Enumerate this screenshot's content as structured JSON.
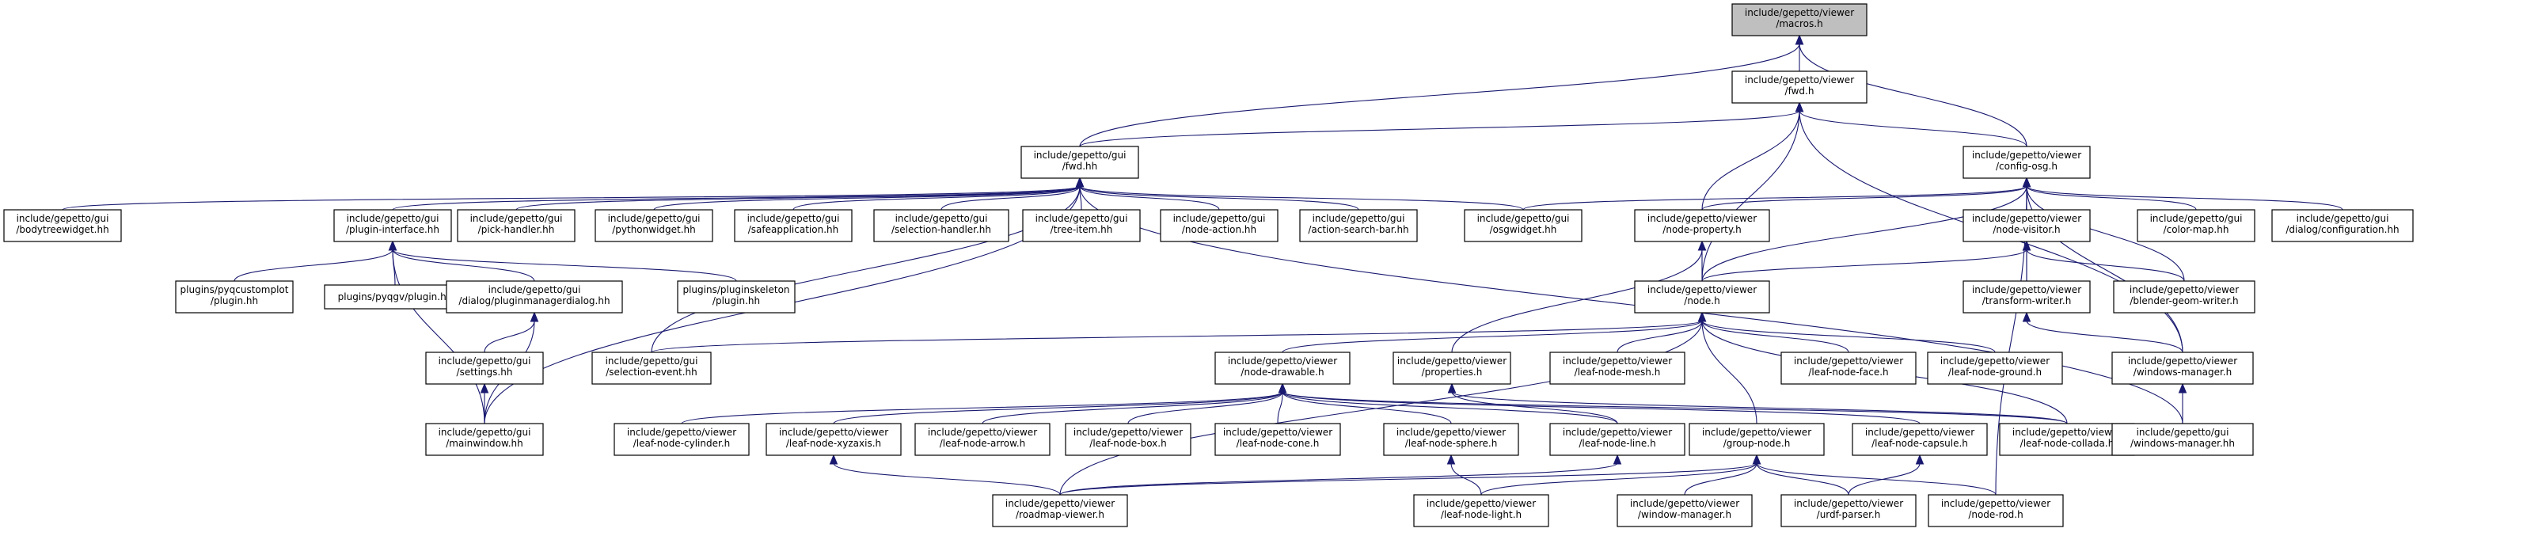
{
  "graph": {
    "nodes": [
      {
        "id": "macros",
        "lines": [
          "include/gepetto/viewer",
          "/macros.h"
        ],
        "root": true
      },
      {
        "id": "vfwd",
        "lines": [
          "include/gepetto/viewer",
          "/fwd.h"
        ]
      },
      {
        "id": "gfwd",
        "lines": [
          "include/gepetto/gui",
          "/fwd.hh"
        ]
      },
      {
        "id": "cosg",
        "lines": [
          "include/gepetto/viewer",
          "/config-osg.h"
        ]
      },
      {
        "id": "btw",
        "lines": [
          "include/gepetto/gui",
          "/bodytreewidget.hh"
        ]
      },
      {
        "id": "pint",
        "lines": [
          "include/gepetto/gui",
          "/plugin-interface.hh"
        ]
      },
      {
        "id": "pick",
        "lines": [
          "include/gepetto/gui",
          "/pick-handler.hh"
        ]
      },
      {
        "id": "pyw",
        "lines": [
          "include/gepetto/gui",
          "/pythonwidget.hh"
        ]
      },
      {
        "id": "safe",
        "lines": [
          "include/gepetto/gui",
          "/safeapplication.hh"
        ]
      },
      {
        "id": "selh",
        "lines": [
          "include/gepetto/gui",
          "/selection-handler.hh"
        ]
      },
      {
        "id": "tree",
        "lines": [
          "include/gepetto/gui",
          "/tree-item.hh"
        ]
      },
      {
        "id": "nact",
        "lines": [
          "include/gepetto/gui",
          "/node-action.hh"
        ]
      },
      {
        "id": "asb",
        "lines": [
          "include/gepetto/gui",
          "/action-search-bar.hh"
        ]
      },
      {
        "id": "osgw",
        "lines": [
          "include/gepetto/gui",
          "/osgwidget.hh"
        ]
      },
      {
        "id": "nprop",
        "lines": [
          "include/gepetto/viewer",
          "/node-property.h"
        ]
      },
      {
        "id": "nvis",
        "lines": [
          "include/gepetto/viewer",
          "/node-visitor.h"
        ]
      },
      {
        "id": "cmap",
        "lines": [
          "include/gepetto/gui",
          "/color-map.hh"
        ]
      },
      {
        "id": "dconf",
        "lines": [
          "include/gepetto/gui",
          "/dialog/configuration.hh"
        ]
      },
      {
        "id": "pyqcp",
        "lines": [
          "plugins/pyqcustomplot",
          "/plugin.hh"
        ]
      },
      {
        "id": "pyqgv",
        "lines": [
          "plugins/pyqgv/plugin.hh"
        ]
      },
      {
        "id": "pmd",
        "lines": [
          "include/gepetto/gui",
          "/dialog/pluginmanagerdialog.hh"
        ]
      },
      {
        "id": "pskel",
        "lines": [
          "plugins/pluginskeleton",
          "/plugin.hh"
        ]
      },
      {
        "id": "node",
        "lines": [
          "include/gepetto/viewer",
          "/node.h"
        ]
      },
      {
        "id": "tw",
        "lines": [
          "include/gepetto/viewer",
          "/transform-writer.h"
        ]
      },
      {
        "id": "bgw",
        "lines": [
          "include/gepetto/viewer",
          "/blender-geom-writer.h"
        ]
      },
      {
        "id": "sett",
        "lines": [
          "include/gepetto/gui",
          "/settings.hh"
        ]
      },
      {
        "id": "sele",
        "lines": [
          "include/gepetto/gui",
          "/selection-event.hh"
        ]
      },
      {
        "id": "ndraw",
        "lines": [
          "include/gepetto/viewer",
          "/node-drawable.h"
        ]
      },
      {
        "id": "props",
        "lines": [
          "include/gepetto/viewer",
          "/properties.h"
        ]
      },
      {
        "id": "lmesh",
        "lines": [
          "include/gepetto/viewer",
          "/leaf-node-mesh.h"
        ]
      },
      {
        "id": "lface",
        "lines": [
          "include/gepetto/viewer",
          "/leaf-node-face.h"
        ]
      },
      {
        "id": "lground",
        "lines": [
          "include/gepetto/viewer",
          "/leaf-node-ground.h"
        ]
      },
      {
        "id": "wmh",
        "lines": [
          "include/gepetto/viewer",
          "/windows-manager.h"
        ]
      },
      {
        "id": "mainw",
        "lines": [
          "include/gepetto/gui",
          "/mainwindow.hh"
        ]
      },
      {
        "id": "lcyl",
        "lines": [
          "include/gepetto/viewer",
          "/leaf-node-cylinder.h"
        ]
      },
      {
        "id": "lxyz",
        "lines": [
          "include/gepetto/viewer",
          "/leaf-node-xyzaxis.h"
        ]
      },
      {
        "id": "larrow",
        "lines": [
          "include/gepetto/viewer",
          "/leaf-node-arrow.h"
        ]
      },
      {
        "id": "lbox",
        "lines": [
          "include/gepetto/viewer",
          "/leaf-node-box.h"
        ]
      },
      {
        "id": "lcone",
        "lines": [
          "include/gepetto/viewer",
          "/leaf-node-cone.h"
        ]
      },
      {
        "id": "lsph",
        "lines": [
          "include/gepetto/viewer",
          "/leaf-node-sphere.h"
        ]
      },
      {
        "id": "lline",
        "lines": [
          "include/gepetto/viewer",
          "/leaf-node-line.h"
        ]
      },
      {
        "id": "group",
        "lines": [
          "include/gepetto/viewer",
          "/group-node.h"
        ]
      },
      {
        "id": "lcaps",
        "lines": [
          "include/gepetto/viewer",
          "/leaf-node-capsule.h"
        ]
      },
      {
        "id": "lcoll",
        "lines": [
          "include/gepetto/viewer",
          "/leaf-node-collada.h"
        ]
      },
      {
        "id": "wmgui",
        "lines": [
          "include/gepetto/gui",
          "/windows-manager.hh"
        ]
      },
      {
        "id": "road",
        "lines": [
          "include/gepetto/viewer",
          "/roadmap-viewer.h"
        ]
      },
      {
        "id": "llight",
        "lines": [
          "include/gepetto/viewer",
          "/leaf-node-light.h"
        ]
      },
      {
        "id": "winm",
        "lines": [
          "include/gepetto/viewer",
          "/window-manager.h"
        ]
      },
      {
        "id": "urdf",
        "lines": [
          "include/gepetto/viewer",
          "/urdf-parser.h"
        ]
      },
      {
        "id": "nrod",
        "lines": [
          "include/gepetto/viewer",
          "/node-rod.h"
        ]
      }
    ],
    "edges": [
      [
        "vfwd",
        "macros"
      ],
      [
        "gfwd",
        "macros"
      ],
      [
        "cosg",
        "macros"
      ],
      [
        "gfwd",
        "vfwd"
      ],
      [
        "cosg",
        "vfwd"
      ],
      [
        "nprop",
        "vfwd"
      ],
      [
        "node",
        "vfwd"
      ],
      [
        "wmh",
        "vfwd"
      ],
      [
        "btw",
        "gfwd"
      ],
      [
        "pint",
        "gfwd"
      ],
      [
        "pick",
        "gfwd"
      ],
      [
        "pyw",
        "gfwd"
      ],
      [
        "safe",
        "gfwd"
      ],
      [
        "selh",
        "gfwd"
      ],
      [
        "tree",
        "gfwd"
      ],
      [
        "nact",
        "gfwd"
      ],
      [
        "asb",
        "gfwd"
      ],
      [
        "osgw",
        "gfwd"
      ],
      [
        "sele",
        "gfwd"
      ],
      [
        "mainw",
        "gfwd"
      ],
      [
        "wmgui",
        "gfwd"
      ],
      [
        "osgw",
        "cosg"
      ],
      [
        "nprop",
        "cosg"
      ],
      [
        "nvis",
        "cosg"
      ],
      [
        "cmap",
        "cosg"
      ],
      [
        "dconf",
        "cosg"
      ],
      [
        "node",
        "cosg"
      ],
      [
        "tw",
        "cosg"
      ],
      [
        "bgw",
        "cosg"
      ],
      [
        "wmh",
        "cosg"
      ],
      [
        "nrod",
        "cosg"
      ],
      [
        "pyqcp",
        "pint"
      ],
      [
        "pyqgv",
        "pint"
      ],
      [
        "pmd",
        "pint"
      ],
      [
        "pskel",
        "pint"
      ],
      [
        "mainw",
        "pint"
      ],
      [
        "sett",
        "pmd"
      ],
      [
        "mainw",
        "pmd"
      ],
      [
        "mainw",
        "sett"
      ],
      [
        "node",
        "nprop"
      ],
      [
        "props",
        "nprop"
      ],
      [
        "node",
        "nvis"
      ],
      [
        "tw",
        "nvis"
      ],
      [
        "bgw",
        "nvis"
      ],
      [
        "sele",
        "node"
      ],
      [
        "ndraw",
        "node"
      ],
      [
        "lmesh",
        "node"
      ],
      [
        "lface",
        "node"
      ],
      [
        "lground",
        "node"
      ],
      [
        "group",
        "node"
      ],
      [
        "road",
        "node"
      ],
      [
        "lcoll",
        "node"
      ],
      [
        "wmh",
        "tw"
      ],
      [
        "lcyl",
        "ndraw"
      ],
      [
        "lxyz",
        "ndraw"
      ],
      [
        "larrow",
        "ndraw"
      ],
      [
        "lbox",
        "ndraw"
      ],
      [
        "lcone",
        "ndraw"
      ],
      [
        "lsph",
        "ndraw"
      ],
      [
        "lline",
        "ndraw"
      ],
      [
        "lcaps",
        "ndraw"
      ],
      [
        "lcoll",
        "ndraw"
      ],
      [
        "lline",
        "props"
      ],
      [
        "lcoll",
        "props"
      ],
      [
        "wmgui",
        "wmh"
      ],
      [
        "road",
        "lxyz"
      ],
      [
        "road",
        "lline"
      ],
      [
        "llight",
        "lsph"
      ],
      [
        "road",
        "group"
      ],
      [
        "llight",
        "group"
      ],
      [
        "winm",
        "group"
      ],
      [
        "urdf",
        "group"
      ],
      [
        "nrod",
        "group"
      ],
      [
        "urdf",
        "lcaps"
      ]
    ]
  }
}
